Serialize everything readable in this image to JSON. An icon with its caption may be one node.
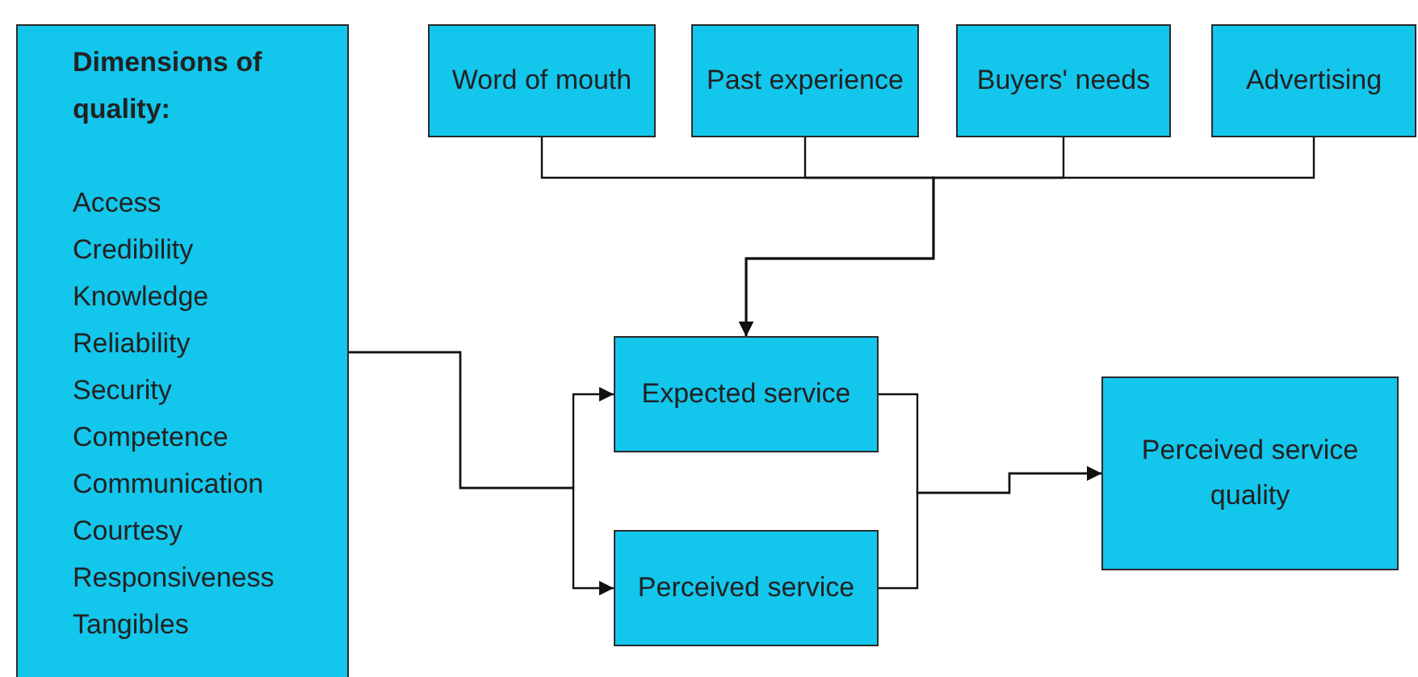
{
  "diagram": {
    "nodes": [
      {
        "text": [
          "Dimensions of quality:",
          "Access",
          "Credibility",
          "Knowledge",
          "Reliability",
          "Security",
          "Competence",
          "Communication",
          "Courtesy",
          "Responsiveness",
          "Tangibles"
        ]
      },
      {
        "text": [
          "Word of mouth"
        ]
      },
      {
        "text": [
          "Past experience"
        ]
      },
      {
        "text": [
          "Buyers' needs"
        ]
      },
      {
        "text": [
          "Advertising"
        ]
      },
      {
        "text": [
          "Expected service"
        ]
      },
      {
        "text": [
          "Perceived service"
        ]
      },
      {
        "text": [
          "Perceived service quality"
        ]
      }
    ],
    "edges": [
      {
        "from": 1,
        "to": 5,
        "arrow": "to"
      },
      {
        "from": 2,
        "to": 5,
        "arrow": "to"
      },
      {
        "from": 3,
        "to": 5,
        "arrow": "to"
      },
      {
        "from": 4,
        "to": 5,
        "arrow": "to"
      },
      {
        "from": 0,
        "to": 5,
        "arrow": "to"
      },
      {
        "from": 0,
        "to": 6,
        "arrow": "to"
      },
      {
        "from": 5,
        "to": 7,
        "arrow": "to"
      },
      {
        "from": 6,
        "to": 7,
        "arrow": "to"
      }
    ]
  }
}
